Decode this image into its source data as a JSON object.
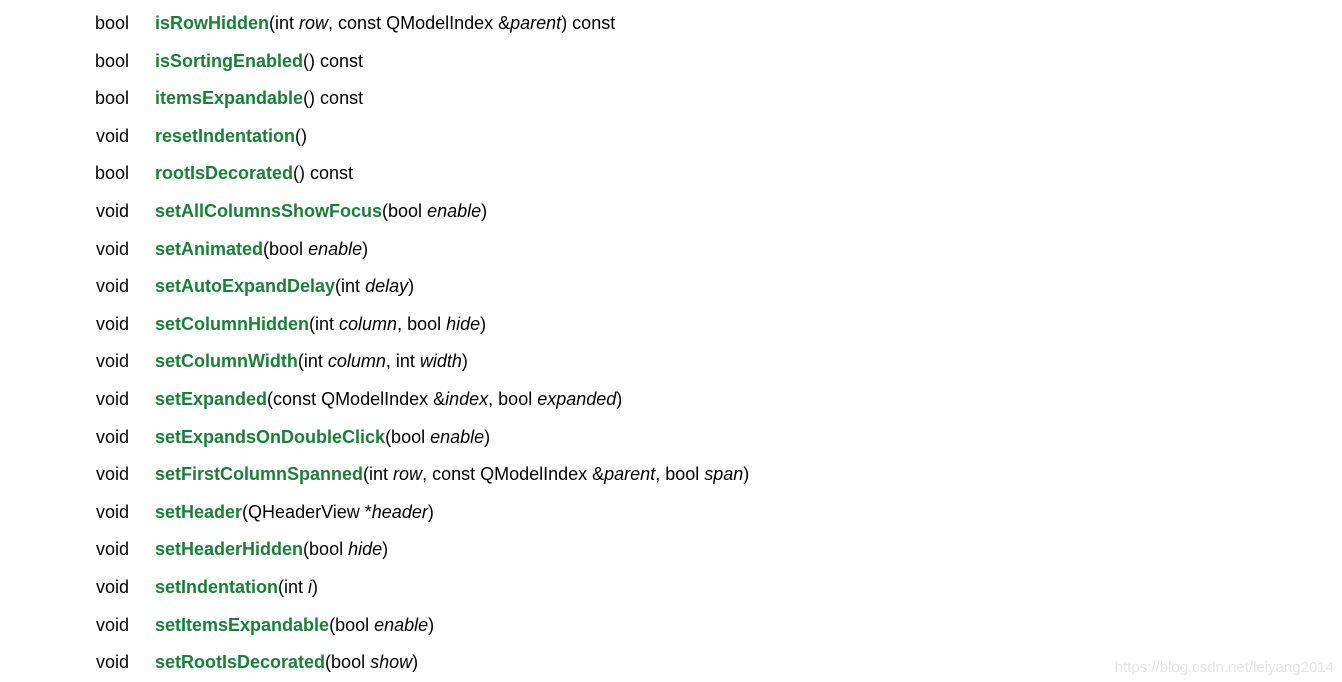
{
  "watermark": "https://blog.csdn.net/leiyang2014",
  "colors": {
    "function_name": "#1a7f37",
    "text": "#000000",
    "watermark": "#e4e4e4"
  },
  "rows": [
    {
      "ret": "bool",
      "name": "isRowHidden",
      "sig": [
        [
          "t",
          "(int "
        ],
        [
          "i",
          "row"
        ],
        [
          "t",
          ", const QModelIndex &"
        ],
        [
          "i",
          "parent"
        ],
        [
          "t",
          ") const"
        ]
      ]
    },
    {
      "ret": "bool",
      "name": "isSortingEnabled",
      "sig": [
        [
          "t",
          "() const"
        ]
      ]
    },
    {
      "ret": "bool",
      "name": "itemsExpandable",
      "sig": [
        [
          "t",
          "() const"
        ]
      ]
    },
    {
      "ret": "void",
      "name": "resetIndentation",
      "sig": [
        [
          "t",
          "()"
        ]
      ]
    },
    {
      "ret": "bool",
      "name": "rootIsDecorated",
      "sig": [
        [
          "t",
          "() const"
        ]
      ]
    },
    {
      "ret": "void",
      "name": "setAllColumnsShowFocus",
      "sig": [
        [
          "t",
          "(bool "
        ],
        [
          "i",
          "enable"
        ],
        [
          "t",
          ")"
        ]
      ]
    },
    {
      "ret": "void",
      "name": "setAnimated",
      "sig": [
        [
          "t",
          "(bool "
        ],
        [
          "i",
          "enable"
        ],
        [
          "t",
          ")"
        ]
      ]
    },
    {
      "ret": "void",
      "name": "setAutoExpandDelay",
      "sig": [
        [
          "t",
          "(int "
        ],
        [
          "i",
          "delay"
        ],
        [
          "t",
          ")"
        ]
      ]
    },
    {
      "ret": "void",
      "name": "setColumnHidden",
      "sig": [
        [
          "t",
          "(int "
        ],
        [
          "i",
          "column"
        ],
        [
          "t",
          ", bool "
        ],
        [
          "i",
          "hide"
        ],
        [
          "t",
          ")"
        ]
      ]
    },
    {
      "ret": "void",
      "name": "setColumnWidth",
      "sig": [
        [
          "t",
          "(int "
        ],
        [
          "i",
          "column"
        ],
        [
          "t",
          ", int "
        ],
        [
          "i",
          "width"
        ],
        [
          "t",
          ")"
        ]
      ]
    },
    {
      "ret": "void",
      "name": "setExpanded",
      "sig": [
        [
          "t",
          "(const QModelIndex &"
        ],
        [
          "i",
          "index"
        ],
        [
          "t",
          ", bool "
        ],
        [
          "i",
          "expanded"
        ],
        [
          "t",
          ")"
        ]
      ]
    },
    {
      "ret": "void",
      "name": "setExpandsOnDoubleClick",
      "sig": [
        [
          "t",
          "(bool "
        ],
        [
          "i",
          "enable"
        ],
        [
          "t",
          ")"
        ]
      ]
    },
    {
      "ret": "void",
      "name": "setFirstColumnSpanned",
      "sig": [
        [
          "t",
          "(int "
        ],
        [
          "i",
          "row"
        ],
        [
          "t",
          ", const QModelIndex &"
        ],
        [
          "i",
          "parent"
        ],
        [
          "t",
          ", bool "
        ],
        [
          "i",
          "span"
        ],
        [
          "t",
          ")"
        ]
      ]
    },
    {
      "ret": "void",
      "name": "setHeader",
      "sig": [
        [
          "t",
          "(QHeaderView *"
        ],
        [
          "i",
          "header"
        ],
        [
          "t",
          ")"
        ]
      ]
    },
    {
      "ret": "void",
      "name": "setHeaderHidden",
      "sig": [
        [
          "t",
          "(bool "
        ],
        [
          "i",
          "hide"
        ],
        [
          "t",
          ")"
        ]
      ]
    },
    {
      "ret": "void",
      "name": "setIndentation",
      "sig": [
        [
          "t",
          "(int "
        ],
        [
          "i",
          "i"
        ],
        [
          "t",
          ")"
        ]
      ]
    },
    {
      "ret": "void",
      "name": "setItemsExpandable",
      "sig": [
        [
          "t",
          "(bool "
        ],
        [
          "i",
          "enable"
        ],
        [
          "t",
          ")"
        ]
      ]
    },
    {
      "ret": "void",
      "name": "setRootIsDecorated",
      "sig": [
        [
          "t",
          "(bool "
        ],
        [
          "i",
          "show"
        ],
        [
          "t",
          ")"
        ]
      ]
    }
  ]
}
